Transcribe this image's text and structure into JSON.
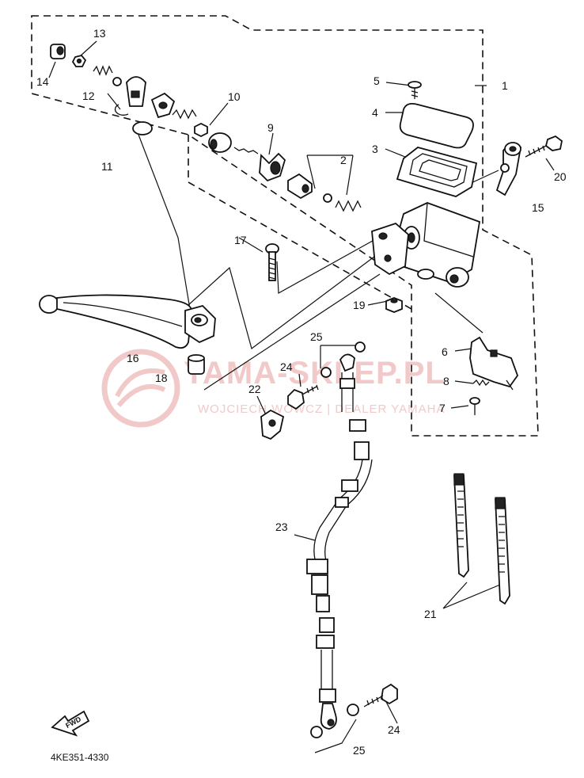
{
  "diagram_code": "4KE351-4330",
  "fwd_label": "FWD",
  "watermark": {
    "main": "YAMA-SKLEP.PL",
    "sub": "WOJCIECH WOWCZ | DEALER YAMAHA"
  },
  "callouts": [
    {
      "id": "c1",
      "label": "1"
    },
    {
      "id": "c2",
      "label": "2"
    },
    {
      "id": "c3",
      "label": "3"
    },
    {
      "id": "c4",
      "label": "4"
    },
    {
      "id": "c5",
      "label": "5"
    },
    {
      "id": "c6",
      "label": "6"
    },
    {
      "id": "c7",
      "label": "7"
    },
    {
      "id": "c8",
      "label": "8"
    },
    {
      "id": "c9",
      "label": "9"
    },
    {
      "id": "c10",
      "label": "10"
    },
    {
      "id": "c11",
      "label": "11"
    },
    {
      "id": "c12",
      "label": "12"
    },
    {
      "id": "c13",
      "label": "13"
    },
    {
      "id": "c14",
      "label": "14"
    },
    {
      "id": "c15",
      "label": "15"
    },
    {
      "id": "c16",
      "label": "16"
    },
    {
      "id": "c17",
      "label": "17"
    },
    {
      "id": "c18",
      "label": "18"
    },
    {
      "id": "c19",
      "label": "19"
    },
    {
      "id": "c20",
      "label": "20"
    },
    {
      "id": "c21",
      "label": "21"
    },
    {
      "id": "c22",
      "label": "22"
    },
    {
      "id": "c23",
      "label": "23"
    },
    {
      "id": "c24a",
      "label": "24"
    },
    {
      "id": "c24b",
      "label": "24"
    },
    {
      "id": "c25a",
      "label": "25"
    },
    {
      "id": "c25b",
      "label": "25"
    }
  ]
}
